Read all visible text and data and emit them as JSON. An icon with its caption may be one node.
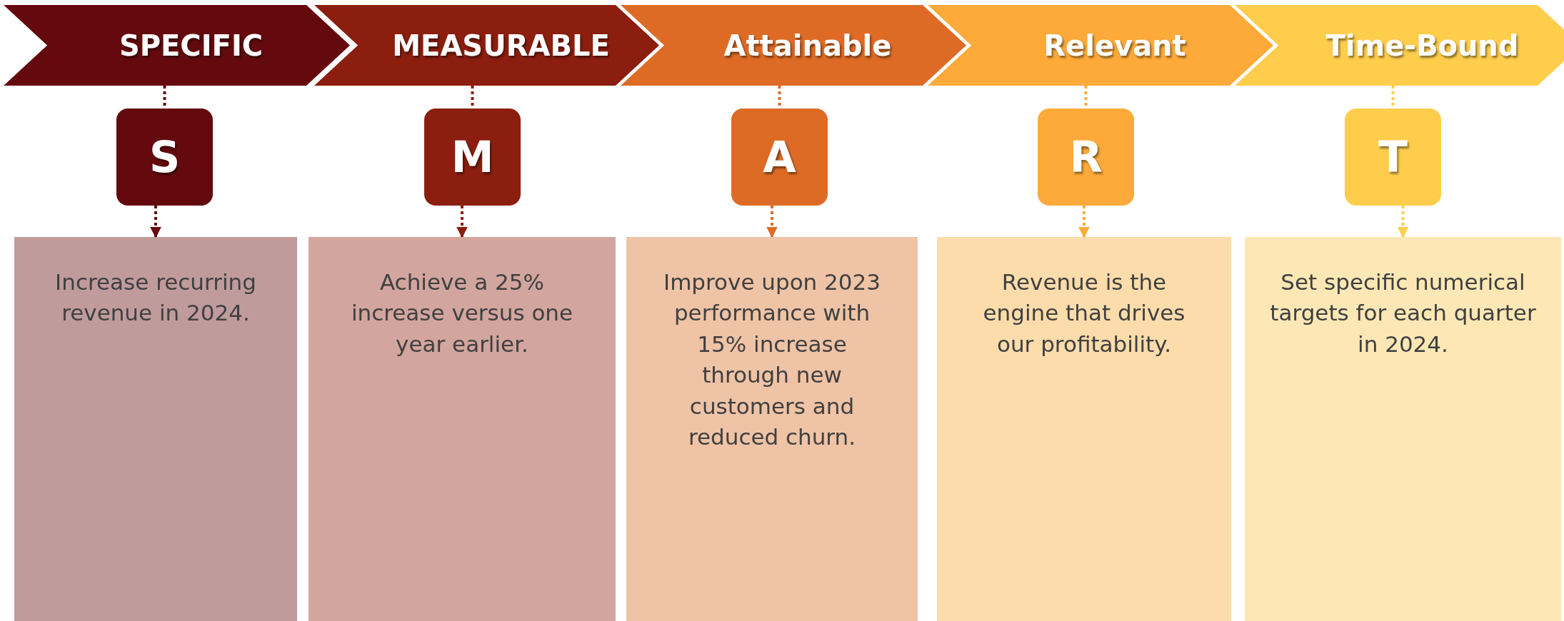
{
  "diagram": {
    "nodes": [
      {
        "text": [
          "SPECIFIC"
        ]
      },
      {
        "text": [
          "MEASURABLE"
        ]
      },
      {
        "text": [
          "Attainable"
        ]
      },
      {
        "text": [
          "Relevant"
        ]
      },
      {
        "text": [
          "Time-Bound"
        ]
      },
      {
        "text": [
          "S"
        ]
      },
      {
        "text": [
          "M"
        ]
      },
      {
        "text": [
          "A"
        ]
      },
      {
        "text": [
          "R"
        ]
      },
      {
        "text": [
          "T"
        ]
      },
      {
        "text": [
          "Increase recurring revenue in 2024."
        ]
      },
      {
        "text": [
          "Achieve a 25% increase versus one year earlier."
        ]
      },
      {
        "text": [
          "Improve upon 2023 performance with 15% increase through new customers and reduced churn."
        ]
      },
      {
        "text": [
          "Revenue is the engine that drives our profitability."
        ]
      },
      {
        "text": [
          "Set specific numerical targets for each quarter in 2024."
        ]
      }
    ],
    "edges": [
      {
        "from": 0,
        "to": 5,
        "arrow": "none",
        "style": "dashed",
        "color": "#640a0e"
      },
      {
        "from": 1,
        "to": 6,
        "arrow": "none",
        "style": "dashed",
        "color": "#8b1e0f"
      },
      {
        "from": 2,
        "to": 7,
        "arrow": "none",
        "style": "dashed",
        "color": "#de6b25"
      },
      {
        "from": 3,
        "to": 8,
        "arrow": "none",
        "style": "dashed",
        "color": "#fdaa3a"
      },
      {
        "from": 4,
        "to": 9,
        "arrow": "none",
        "style": "dashed",
        "color": "#fecd4c"
      },
      {
        "from": 5,
        "to": 10,
        "arrow": "to",
        "style": "dashed",
        "color": "#640a0e"
      },
      {
        "from": 6,
        "to": 11,
        "arrow": "to",
        "style": "dashed",
        "color": "#8b1e0f"
      },
      {
        "from": 7,
        "to": 12,
        "arrow": "to",
        "style": "dashed",
        "color": "#de6b25"
      },
      {
        "from": 8,
        "to": 13,
        "arrow": "to",
        "style": "dashed",
        "color": "#fdaa3a"
      },
      {
        "from": 9,
        "to": 14,
        "arrow": "to",
        "style": "dashed",
        "color": "#fecd4c"
      }
    ]
  }
}
